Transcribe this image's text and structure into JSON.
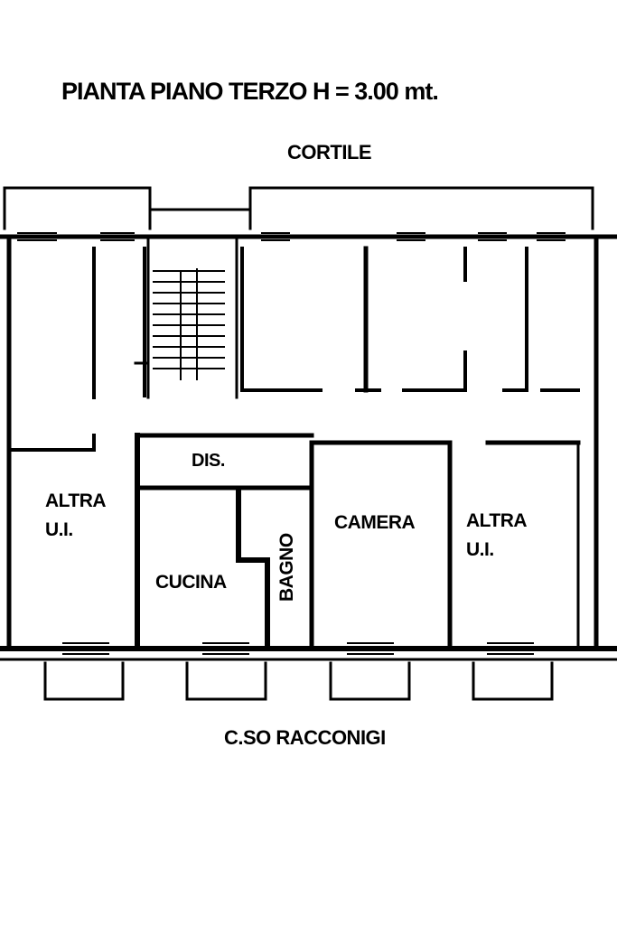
{
  "title": "PIANTA PIANO TERZO H = 3.00 mt.",
  "surroundings": {
    "north": "CORTILE",
    "south": "C.SO RACCONIGI"
  },
  "rooms": {
    "dis": "DIS.",
    "altra_left_1": "ALTRA",
    "altra_left_2": "U.I.",
    "cucina": "CUCINA",
    "bagno": "BAGNO",
    "camera": "CAMERA",
    "altra_right_1": "ALTRA",
    "altra_right_2": "U.I."
  },
  "colors": {
    "wall": "#000000",
    "background": "#ffffff"
  }
}
